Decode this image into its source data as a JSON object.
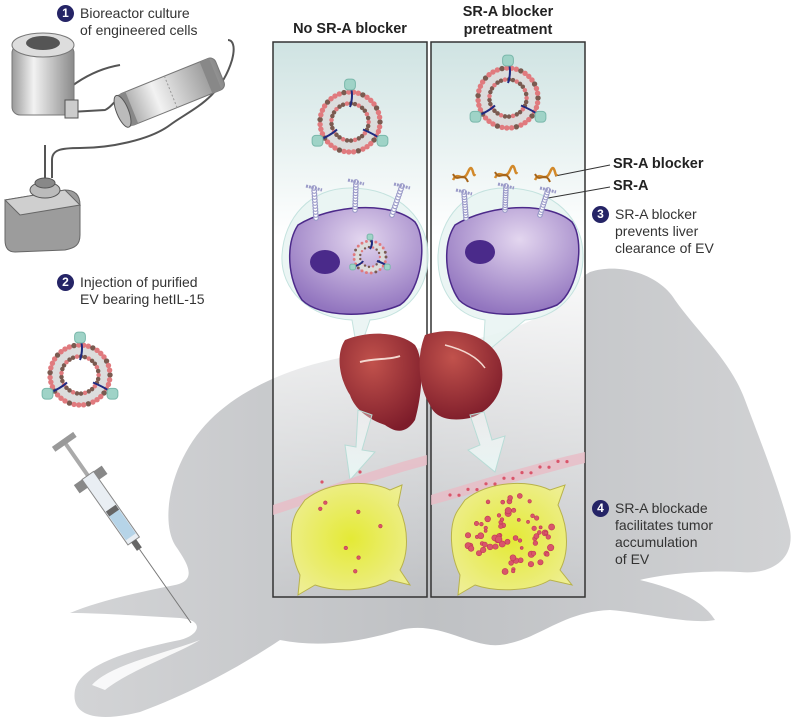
{
  "steps": [
    {
      "number": "1",
      "lines": [
        "Bioreactor culture",
        "of engineered cells"
      ]
    },
    {
      "number": "2",
      "lines": [
        "Injection of purified",
        "EV bearing hetIL-15"
      ]
    },
    {
      "number": "3",
      "lines": [
        "SR-A blocker",
        "prevents liver",
        "clearance of EV"
      ]
    },
    {
      "number": "4",
      "lines": [
        "SR-A blockade",
        "facilitates tumor",
        "accumulation",
        "of EV"
      ]
    }
  ],
  "panels": [
    {
      "title_lines": [
        "No SR-A blocker"
      ]
    },
    {
      "title_lines": [
        "SR-A blocker",
        "pretreatment"
      ]
    }
  ],
  "callouts": {
    "blocker": "SR-A blocker",
    "receptor": "SR-A"
  },
  "colors": {
    "badge": "#252466",
    "mouse": "#c9cacc",
    "cell": "#9b7cc4",
    "nucleus": "#4a2a8a",
    "liver": "#8e2430",
    "tumor": "#e7e85a",
    "ev_dot": "#d9556a",
    "membrane_pink": "#e07a7e",
    "membrane_brown": "#7a5a50",
    "il15": "#9fd3c7",
    "blocker": "#d2892a",
    "receptor": "#9a9ac8"
  }
}
